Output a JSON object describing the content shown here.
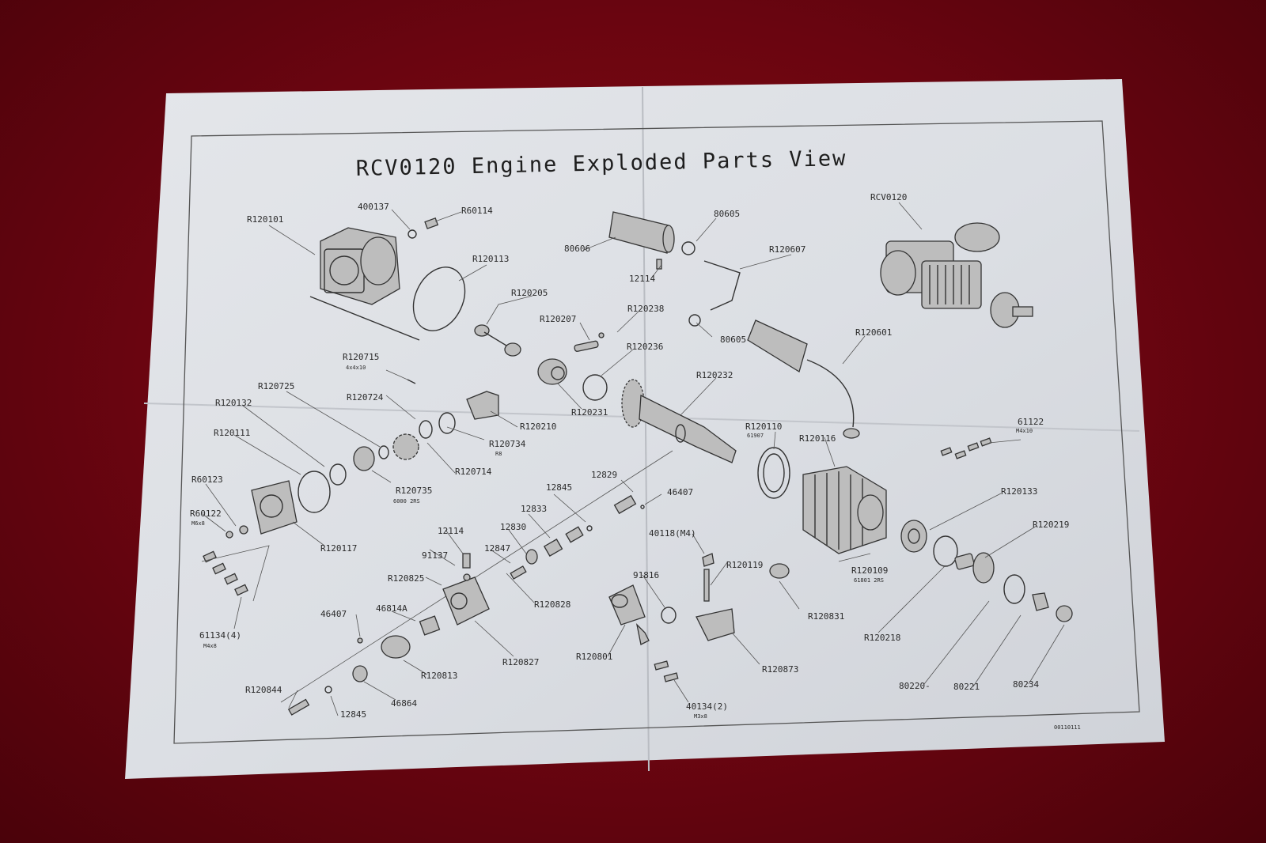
{
  "title": "RCV0120  Engine  Exploded  Parts  View",
  "labels": {
    "R120101": "R120101",
    "L400137": "400137",
    "R60114": "R60114",
    "R120113": "R120113",
    "R120205": "R120205",
    "L80606": "80606",
    "L80605a": "80605",
    "R120607": "R120607",
    "L12114a": "12114",
    "R120238": "R120238",
    "R120207": "R120207",
    "L80605b": "80605",
    "RCV0120": "RCV0120",
    "R120601": "R120601",
    "R120715": "R120715",
    "R120715sub": "4x4x10",
    "R120236": "R120236",
    "R120725": "R120725",
    "R120724": "R120724",
    "R120232": "R120232",
    "R120132": "R120132",
    "R120231": "R120231",
    "R120210": "R120210",
    "R120111": "R120111",
    "R120734": "R120734",
    "R120734sub": "R8",
    "R120110": "R120110",
    "R120110sub": "61907",
    "R120116": "R120116",
    "L61122": "61122",
    "L61122sub": "M4x10",
    "R120714": "R120714",
    "L12829": "12829",
    "R60123": "R60123",
    "R120735": "R120735",
    "R120735sub": "6000 2RS",
    "L12845a": "12845",
    "L46407a": "46407",
    "R120133": "R120133",
    "R60122": "R60122",
    "R60122sub": "M6x8",
    "L12833": "12833",
    "L40118": "40118(M4)",
    "R120219": "R120219",
    "L12114b": "12114",
    "L12830": "12830",
    "R120117": "R120117",
    "L91137": "91137",
    "L12847": "12847",
    "R120119": "R120119",
    "R120109": "R120109",
    "R120109sub": "61801 2RS",
    "R120825": "R120825",
    "L91816": "91816",
    "R120828": "R120828",
    "L46814A": "46814A",
    "L46407b": "46407",
    "R120831": "R120831",
    "L61134": "61134(4)",
    "L61134sub": "M4x8",
    "R120218": "R120218",
    "R120827": "R120827",
    "R120801": "R120801",
    "R120813": "R120813",
    "R120873": "R120873",
    "L80220": "80220-",
    "L80221": "80221",
    "L80234": "80234",
    "R120844": "R120844",
    "L46864": "46864",
    "L12845b": "12845",
    "L40134": "40134(2)",
    "L40134sub": "M3x8",
    "footer": "00110111"
  }
}
